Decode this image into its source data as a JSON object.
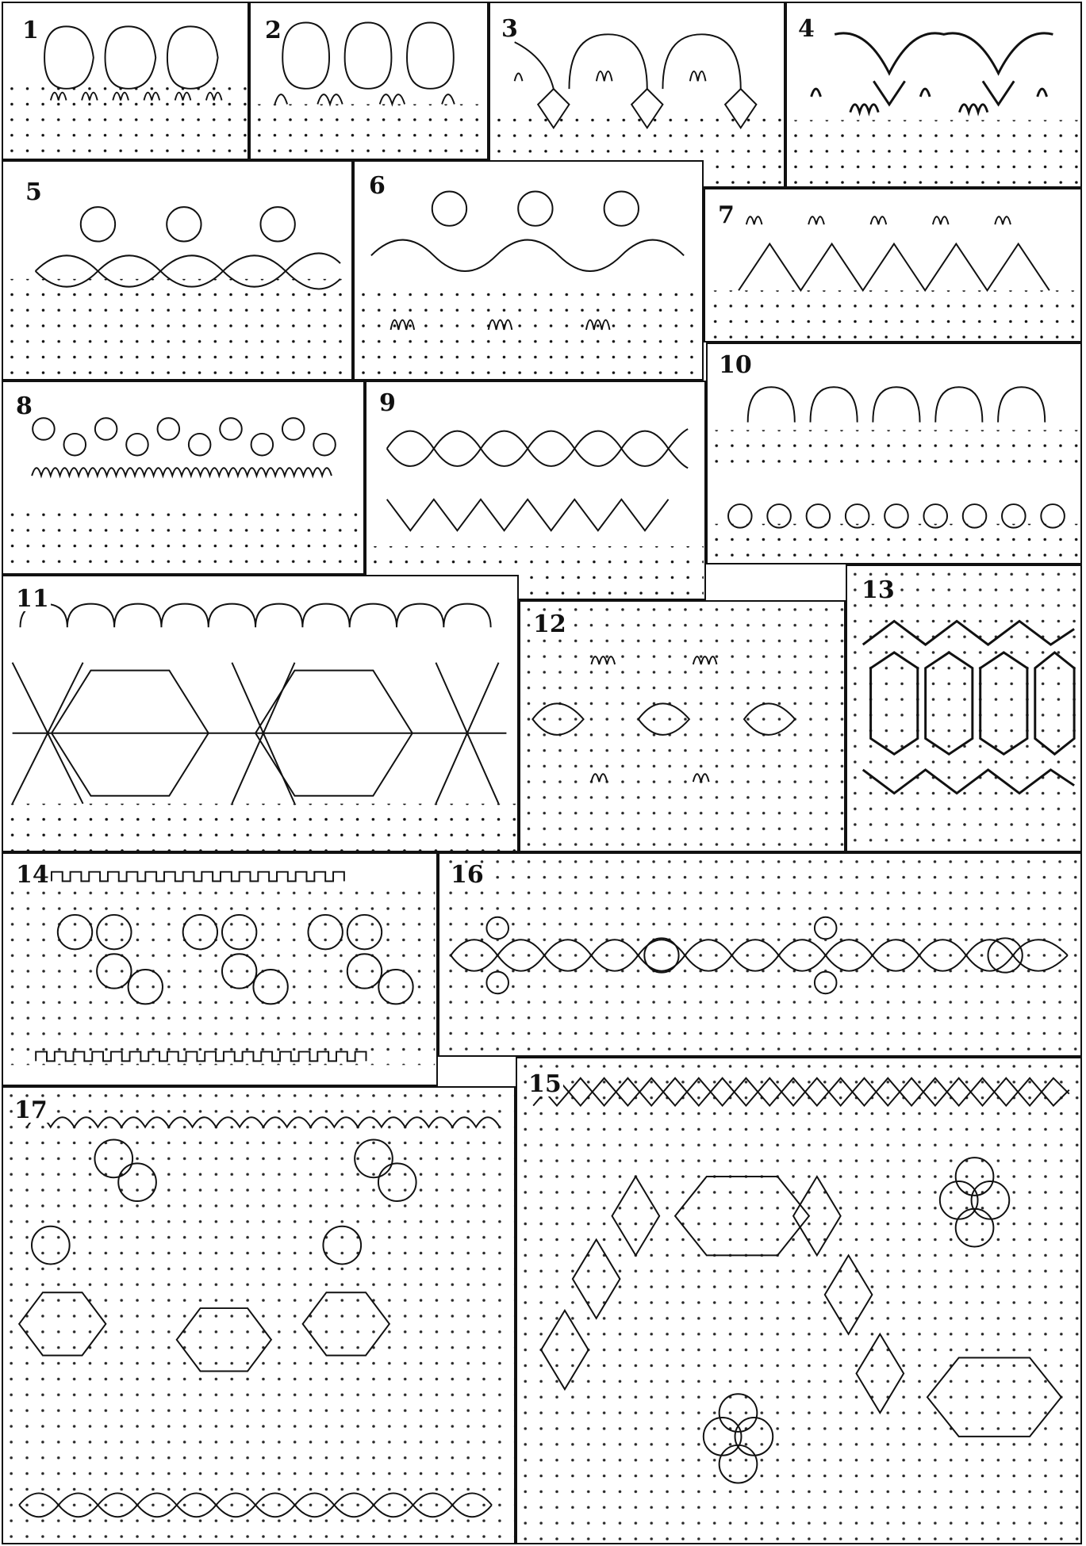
{
  "sheet": {
    "panels": [
      {
        "id": "p1",
        "label": "1"
      },
      {
        "id": "p2",
        "label": "2"
      },
      {
        "id": "p3",
        "label": "3"
      },
      {
        "id": "p4",
        "label": "4"
      },
      {
        "id": "p5",
        "label": "5"
      },
      {
        "id": "p6",
        "label": "6"
      },
      {
        "id": "p7",
        "label": "7"
      },
      {
        "id": "p8",
        "label": "8"
      },
      {
        "id": "p9",
        "label": "9"
      },
      {
        "id": "p10",
        "label": "10"
      },
      {
        "id": "p11",
        "label": "11"
      },
      {
        "id": "p12",
        "label": "12"
      },
      {
        "id": "p13",
        "label": "13"
      },
      {
        "id": "p14",
        "label": "14"
      },
      {
        "id": "p16",
        "label": "16"
      },
      {
        "id": "p15",
        "label": "15"
      },
      {
        "id": "p17",
        "label": "17"
      }
    ]
  }
}
